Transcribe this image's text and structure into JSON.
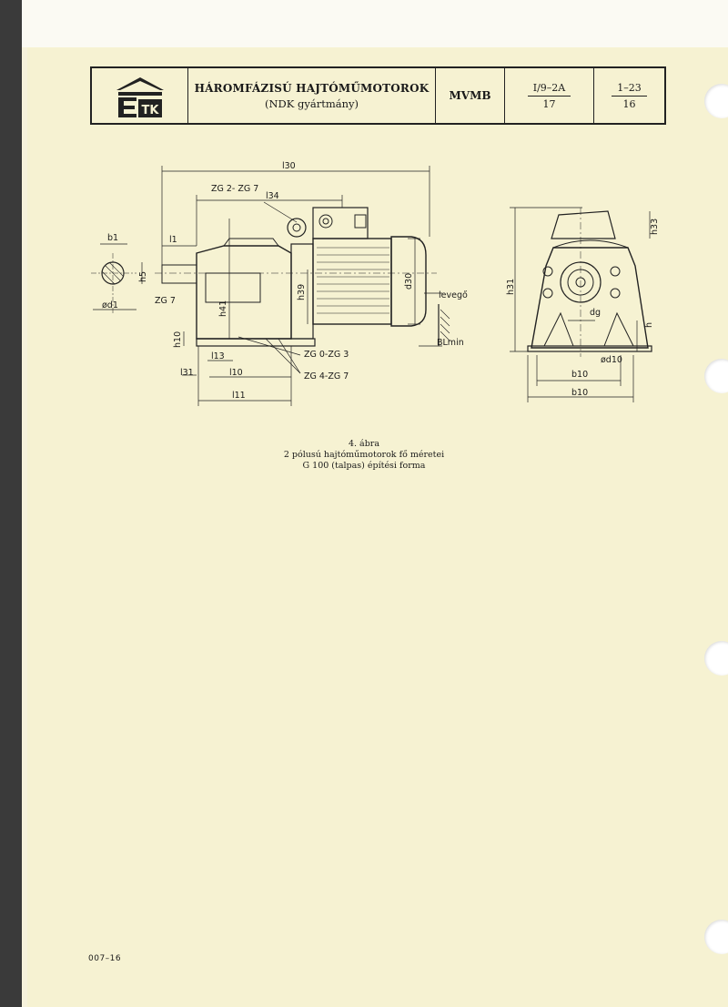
{
  "header": {
    "title": "HÁROMFÁZISÚ HAJTÓMŰMOTOROK",
    "subtitle": "(NDK gyártmány)",
    "code": "MVMB",
    "ref_top": "I/9–2A",
    "ref_bottom": "17",
    "page_top": "1–23",
    "page_bottom": "16"
  },
  "drawing_labels": {
    "l30": "l30",
    "zg27": "ZG 2- ZG 7",
    "l34": "l34",
    "b1": "b1",
    "l1": "l1",
    "h5": "h5",
    "zg7": "ZG 7",
    "d1": "ød1",
    "h41": "h41",
    "h39": "h39",
    "d30": "d30",
    "levego": "levegő",
    "h10": "h10",
    "l13": "l13",
    "l31": "l31",
    "l10": "l10",
    "l11": "l11",
    "zg03": "ZG 0-ZG 3",
    "zg47": "ZG 4-ZG 7",
    "blmin": "BLmin",
    "h31": "h31",
    "h33": "h33",
    "h": "h",
    "dg": "dg",
    "d10": "ød10",
    "b10a": "b10",
    "b10b": "b10"
  },
  "caption": {
    "line1": "4. ábra",
    "line2": "2 pólusú hajtóműmotorok fő méretei",
    "line3": "G 100 (talpas) építési forma"
  },
  "footer": {
    "code": "007–16"
  }
}
